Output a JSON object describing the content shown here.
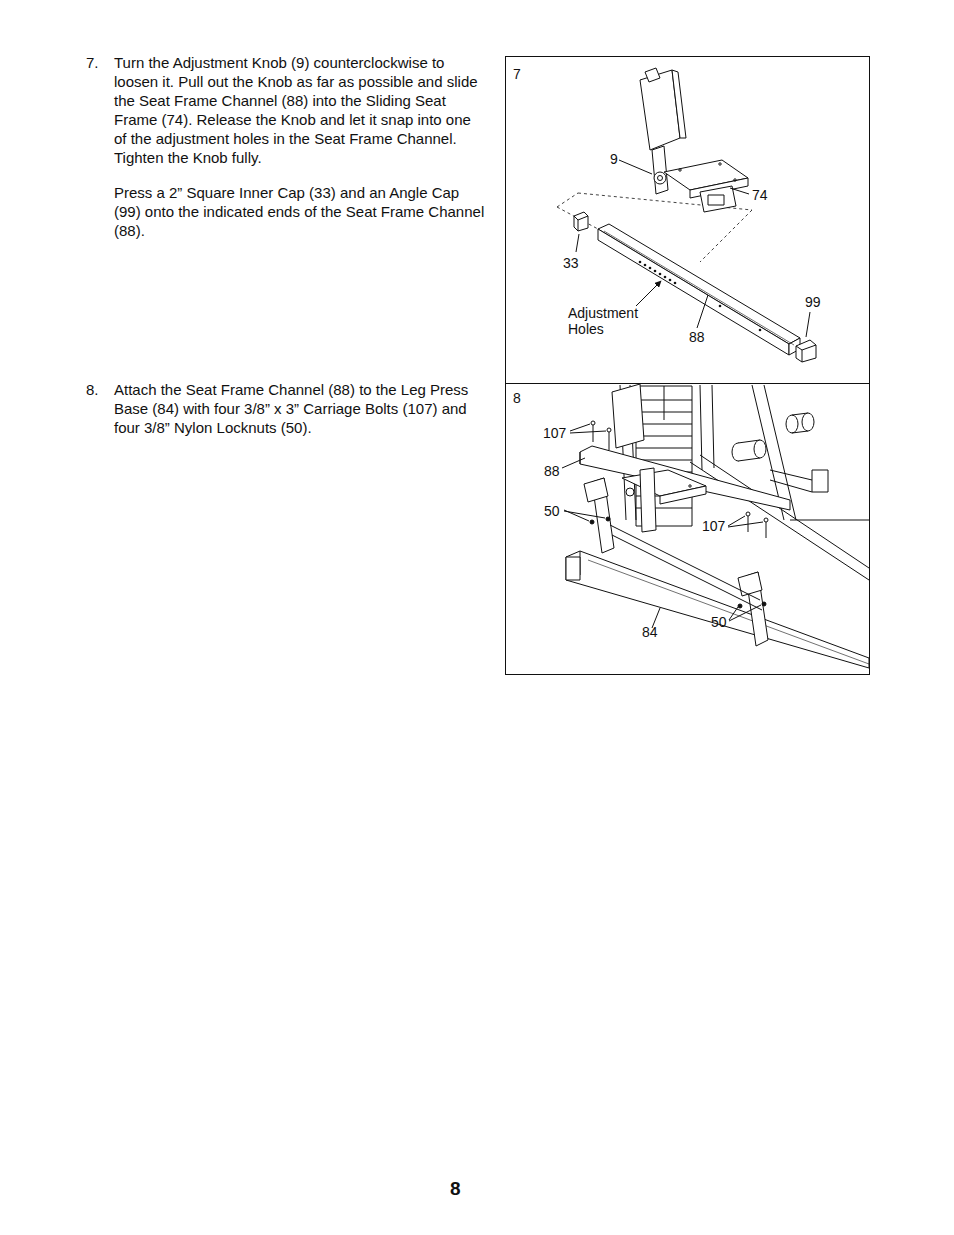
{
  "diagram": {
    "nodes": [
      {
        "text": [
          "7",
          "9",
          "74",
          "33",
          "Adjustment Holes",
          "88",
          "99"
        ]
      },
      {
        "text": [
          "8",
          "107",
          "88",
          "50",
          "107",
          "50",
          "84"
        ]
      }
    ],
    "labels": [
      "7.",
      "Turn the Adjustment Knob (9) counterclockwise to loosen it. Pull out the Knob as far as possible and slide the Seat Frame Channel (88) into the Sliding Seat Frame (74). Release the Knob and let it snap into one of the adjustment holes in the Seat Frame Channel. Tighten the Knob fully.",
      "Press a 2” Square Inner Cap (33) and an Angle Cap (99) onto the indicated ends of the Seat Frame Channel (88).",
      "8.",
      "Attach the Seat Frame Channel (88) to the Leg Press Base (84) with four 3/8” x 3” Carriage Bolts (107) and four 3/8” Nylon Locknuts (50).",
      "8"
    ]
  }
}
